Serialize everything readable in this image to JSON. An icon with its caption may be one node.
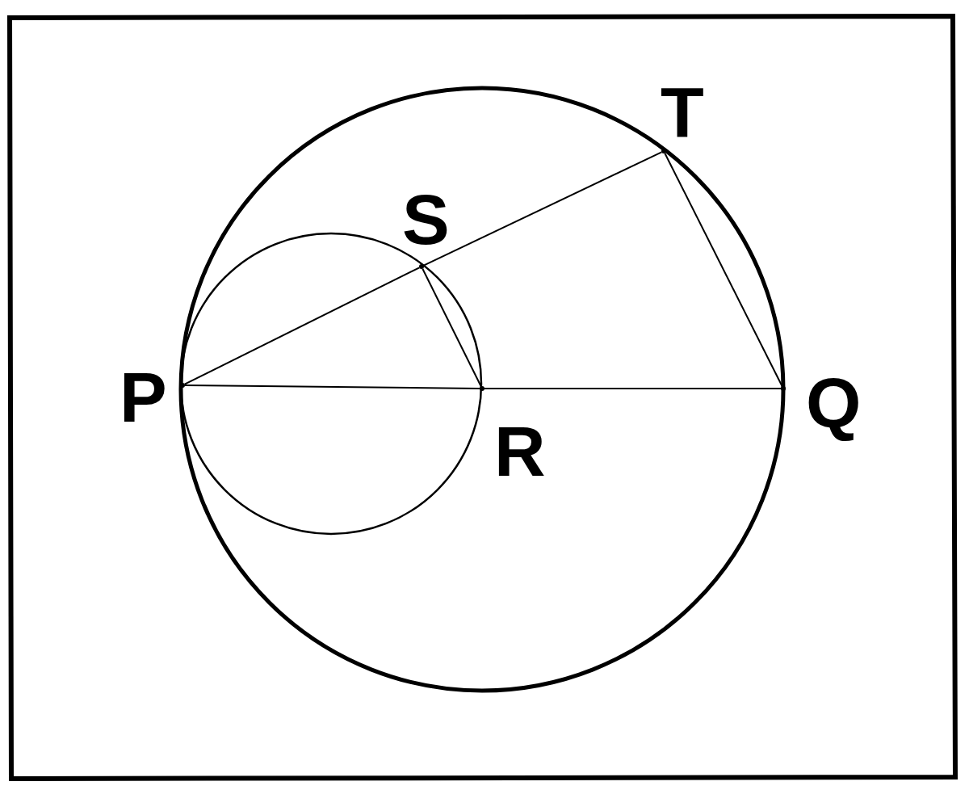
{
  "diagram": {
    "nodes": [
      {
        "text": [],
        "shape": "point",
        "beside": [
          "P"
        ]
      },
      {
        "text": [],
        "shape": "point",
        "beside": [
          "S"
        ]
      },
      {
        "text": [],
        "shape": "point",
        "beside": [
          "R"
        ]
      },
      {
        "text": [],
        "shape": "point",
        "beside": [
          "T"
        ]
      },
      {
        "text": [],
        "shape": "point",
        "beside": [
          "Q"
        ]
      }
    ],
    "edges": [
      {
        "from": 0,
        "to": 2,
        "arrow": "none"
      },
      {
        "from": 2,
        "to": 4,
        "arrow": "none"
      },
      {
        "from": 0,
        "to": 1,
        "arrow": "none"
      },
      {
        "from": 1,
        "to": 3,
        "arrow": "none"
      },
      {
        "from": 1,
        "to": 2,
        "arrow": "none"
      },
      {
        "from": 3,
        "to": 4,
        "arrow": "none"
      }
    ]
  }
}
